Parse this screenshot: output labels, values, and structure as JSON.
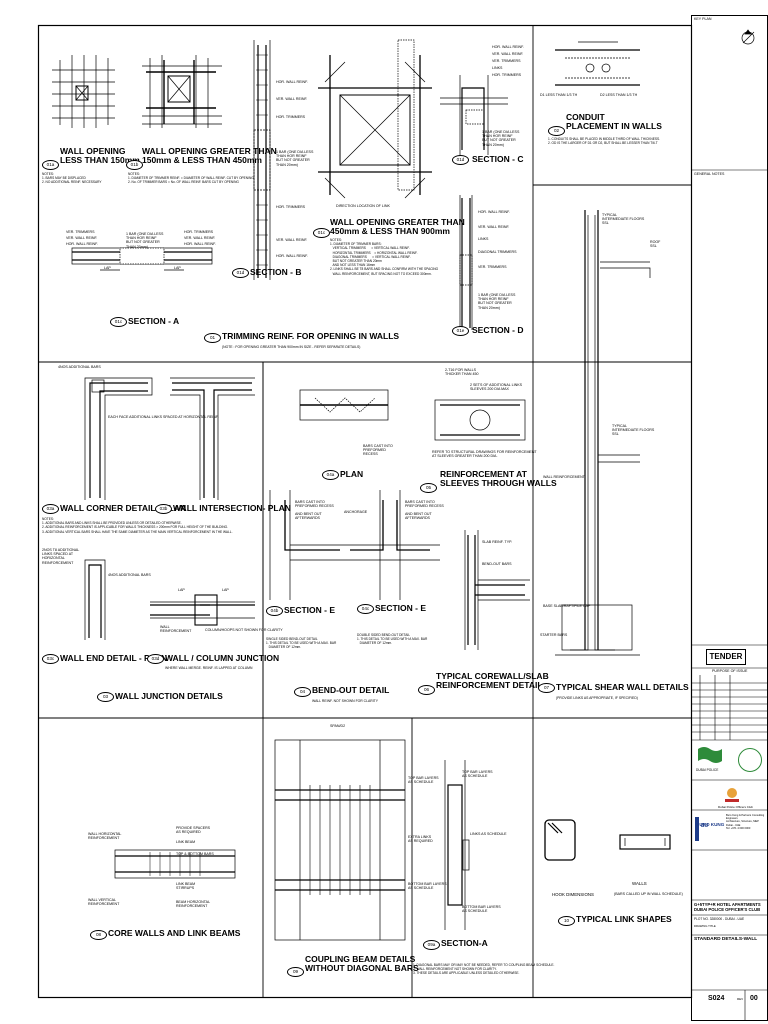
{
  "details": [
    {
      "num": "01a",
      "title": "WALL OPENING\nLESS THAN 150mm",
      "notes": "NOTES:\n1. BARS MAY BE DISPLACED\n2. NO ADDITIONAL REINF. NECESSARY"
    },
    {
      "num": "01b",
      "title": "WALL OPENING GREATER THAN\n150mm & LESS THAN 450mm",
      "notes": "NOTES:\n1. DIAMETER OF TRIMMER REINF. = DIAMETER OF WALL REINF. CUT BY OPENING\n2. No. OF TRIMMER BARS = No. OF WALL REINF. BARS CUT BY OPENING"
    },
    {
      "num": "01c",
      "title": "WALL OPENING GREATER THAN\n450mm & LESS THAN 900mm",
      "notes": "NOTES:\n1. DIAMETER OF TRIMMER BARS:\n   VERTICAL TRIMMERS      = VERTICAL WALL REINF.\n   HORIZONTAL TRIMMERS    = HORIZONTAL WALL REINF.\n   DIAGONAL TRIMMERS      = VERTICAL WALL REINF.\n   BUT NOT GREATER THAN 20mm\n   AND NOT LESS THAN 16mm\n2. LINKS SHALL BE T8 BARS AND SHALL CONFIRM WITH THE SPACING\n   WALL REINFORCEMENT, BUT SPACING NOT TO EXCEED 300mm."
    },
    {
      "num": "01d",
      "title": "SECTION - C"
    },
    {
      "num": "01e",
      "title": "SECTION - D"
    },
    {
      "num": "01c",
      "title": "SECTION - A"
    },
    {
      "num": "01d",
      "title": "SECTION - B"
    },
    {
      "num": "01",
      "title": "TRIMMING REINF. FOR OPENING IN WALLS",
      "notes": "(NOTE : FOR OPENING GREATER THAN 900mm IN SIZE - REFER SEPARATE DETAILS)"
    },
    {
      "num": "02",
      "title": "CONDUIT\nPLACEMENT IN WALLS",
      "notes": "1. CONDUITS SHALL BE PLACED IN MIDDLE THIRD OF WALL THICKNESS.\n2. OD IS THE LARGER OF D1 OR D2, BUT SHALL BE LESSER THAN T/6.T"
    },
    {
      "num": "03a",
      "title": "WALL CORNER DETAIL - PLAN"
    },
    {
      "num": "03b",
      "title": "WALL INTERSECTION- PLAN"
    },
    {
      "num": "03c",
      "title": "WALL END DETAIL - PLAN"
    },
    {
      "num": "03d",
      "title": "WALL / COLUMN JUNCTION",
      "notes": "WHERE WALL MERGE. REINF. IS LAPPED AT COLUMN"
    },
    {
      "num": "03",
      "title": "WALL JUNCTION DETAILS"
    },
    {
      "num": "04a",
      "title": "PLAN"
    },
    {
      "num": "04b",
      "title": "SECTION - E",
      "notes": "SINGLE SIDED BEND-OUT DETAIL\n1. THIS DETAIL TO BE USED WITH A MAX. BAR\n   DIAMETER OF 12mm."
    },
    {
      "num": "04c",
      "title": "SECTION - E",
      "notes": "DOUBLE SIDED BEND-OUT DETAIL\n1. THIS DETAIL TO BE USED WITH A MAX. BAR\n   DIAMETER OF 12mm."
    },
    {
      "num": "04",
      "title": "BEND-OUT DETAIL",
      "notes": "WALL REINF. NOT SHOWN FOR CLARITY"
    },
    {
      "num": "05",
      "title": "REINFORCEMENT AT\nSLEEVES THROUGH WALLS"
    },
    {
      "num": "06",
      "title": "TYPICAL COREWALL/SLAB\nREINFORCEMENT DETAIL"
    },
    {
      "num": "07",
      "title": "TYPICAL SHEAR WALL DETAILS",
      "notes": "(PROVIDE LINKS AS APPROPRIATE, IF SPECIFIED)"
    },
    {
      "num": "08",
      "title": "CORE WALLS AND LINK BEAMS"
    },
    {
      "num": "09",
      "title": "COUPLING BEAM DETAILS\nWITHOUT DIAGONAL BARS"
    },
    {
      "num": "09a",
      "title": "SECTION-A",
      "notes": "1. DIAGONAL BARS MAY OR MAY NOT BE NEEDED, REFER TO COUPLING BEAM SCHEDULE.\n2. WALL REINFORCEMENT NOT SHOWN FOR CLARITY.\n3. THESE DETAILS ARE APPLICABLE UNLESS DETAILED OTHERWISE."
    },
    {
      "num": "10",
      "title": "TYPICAL LINK SHAPES"
    }
  ],
  "labels": {
    "hook_dimensions": "HOOK DIMENSIONS",
    "walls": "WALLS",
    "walls_note": "(BARS CALLED UP IN WALL SCHEDULE)",
    "typ_floors": "TYPICAL\nINTERMEDIATE FLOORS\nSSL",
    "roof": "ROOF\nSSL",
    "typ_floors2": "TYPICAL\nINTERMEDIATE FLOORS\nSSL",
    "wall_reinf": "WALL REINFORCEMENT",
    "starter": "STARTER BARS",
    "base_slab": "BASE SLAB/RAFT/PILE CAP",
    "hor_reinf": "HOR. WALL REINF.",
    "ver_reinf": "VER. WALL REINF.",
    "links": "LINKS",
    "trimmer": "VER. TRIMMERS",
    "hor_trimmer": "HOR. TRIMMERS",
    "diag_trimmer": "DIAGONAL TRIMMERS",
    "lap": "LAP",
    "link_beam": "LINK BEAM",
    "wall_horizontal": "WALL HORIZONTAL\nREINFORCEMENT",
    "wall_vertical": "WALL VERTICAL\nREINFORCEMENT",
    "spacers": "PROVIDE SPACERS\nAS REQUIRED",
    "top_bottom": "TOP & BOTTOM BARS",
    "stirrups": "LINK BEAM\nSTIRRUPS",
    "beam_horizontal": "BEAM HORIZONTAL\nREINFORCEMENT",
    "spans": "SPAN/D2",
    "top_bars": "TOP BAR LAYERS\nAS SCHEDULE",
    "bottom_bars": "BOTTOM BAR LAYERS\nAS SCHEDULE",
    "links_schedule": "LINKS AS SCHEDULE",
    "extra_links": "EXTRA LINKS\nAS REQUIRED",
    "add_bars": "+ 4 ADDITIONAL BARS",
    "sleeve_note": "REFER TO STRUCTURAL DRAWINGS FOR REINFORCEMENT\nAT SLEEVES GREATER THAN 200 DIA.",
    "2t16": "2-T16 FOR WALLS\nTHICKER THAN 450",
    "2sets": "2 SETS OF ADDITIONAL LINKS\nSLEEVES 200 DIA MAX",
    "bend_out": "BARS CAST INTO\nPREFORMED\nRECESS",
    "bent_out": "AND BENT OUT\nAFTERWARDS",
    "anchorage": "ANCHORAGE",
    "preformed": "BARS CAST INTO\nPREFORMED RECESS",
    "slab_reinf": "SLAB REINF. TYP.",
    "slab_reinf2": "BEND-OUT BARS",
    "add_corner": "4NOS ADDITIONAL BARS",
    "each_face": "EACH FACE ADDITIONAL LINKS SPACED AT HORIZONTAL REINF.",
    "column": "COLUMN/HOOPS NOT SHOWN FOR CLARITY",
    "wall_reinf_lap": "WALL\nREINFORCEMENT",
    "links_add": "2NOS T8 ADDITIONAL\nLINKS SPACED AT\nHORIZONTAL\nREINFORCEMENT",
    "addl": "4NOS ADDITIONAL BARS",
    "junction_notes": "NOTES:\n1. ADDITIONAL BARS AND LINKS SHALL BE PROVIDED UNLESS OR DETAILED OTHERWISE.\n2. ADDITIONAL REINFORCEMENT IS APPLICABLE FOR WALLS THICKNESS > 200mm FOR FULL HEIGHT OF THE BUILDING.\n3. ADDITIONAL VERTICAL BARS SHALL HAVE THE SAME DIAMETER AS THE MAIN VERTICAL REINFORCEMENT IN THE WALL.",
    "cover_note": "1 BAR (ONE DIA LESS\nTHAN HOR REINF\nBUT NOT GREATER\nTHAN 20mm)",
    "direction": "DIRECTION LOCATION OF LINK",
    "dim1": "D1 LESS THAN 1/3 TH",
    "dim2": "D2 LESS THAN 1/3 TH",
    "typ": "TYP.",
    "spacing": "SPACING"
  },
  "title_block": {
    "key_plan": "KEY PLAN",
    "general_notes": "GENERAL NOTES",
    "tender": "TENDER",
    "purpose": "PURPOSE OF ISSUE",
    "client1": "DUBAI POLICE",
    "client2": "Dubai Police Officers Club",
    "consultant": "BURO KUNG",
    "consultant_info": "Buro Kung & Partners Consulting\nEngineers\nArchitecture, Structure, MEP\nDubai - UAE\nTel: +971 4 000 0000",
    "project": "G+5TYP+R HOTEL APARTMENTS\nDUBAI POLICE OFFICER'S CLUB",
    "plot": "PLOT NO. 3280000 - DUBAI - UAE",
    "drawing_title_label": "DRAWING TITLE",
    "drawing_title": "STANDARD DETAILS-WALL",
    "drawing_no": "S024",
    "rev_label": "REV",
    "rev": "00"
  }
}
